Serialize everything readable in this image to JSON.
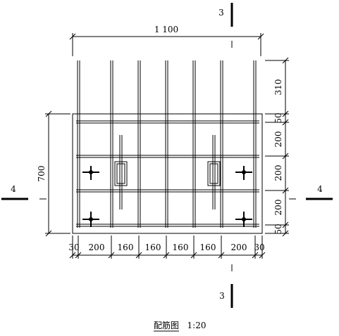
{
  "drawing": {
    "title": "配筋图",
    "scale": "1:20",
    "overall_width": "1 100",
    "overall_height": "700",
    "top_extension": "310",
    "bottom_dims": [
      "30",
      "200",
      "160",
      "160",
      "160",
      "160",
      "200",
      "30"
    ],
    "right_dims": [
      "50",
      "200",
      "200",
      "200",
      "50"
    ],
    "section_marks": {
      "top": "3",
      "bottom": "3",
      "left": "4",
      "right": "4"
    }
  }
}
